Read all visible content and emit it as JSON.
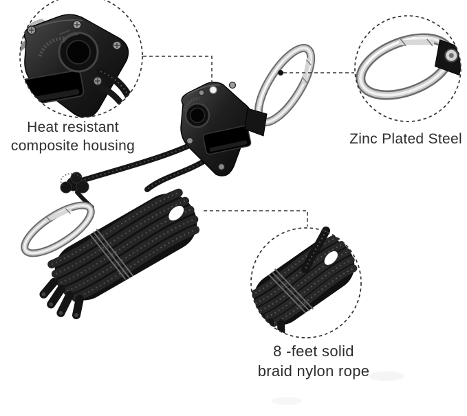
{
  "image": {
    "background": "#ffffff",
    "type": "annotated-product-photo"
  },
  "callouts": {
    "housing": {
      "art": "ratchet-housing-closeup",
      "label_lines": [
        "Heat resistant",
        "composite housing"
      ]
    },
    "steel": {
      "art": "carabiner-closeup",
      "label_lines": [
        "Zinc Plated Steel"
      ]
    },
    "rope": {
      "art": "rope-coil-closeup",
      "label_lines": [
        "8 -feet solid",
        "braid nylon rope"
      ]
    }
  },
  "colors": {
    "text": "#2d2d2d",
    "callout_dash": "#333333",
    "product_black": "#161616",
    "chrome_light": "#ededed",
    "chrome_dark": "#6b6b6b"
  }
}
